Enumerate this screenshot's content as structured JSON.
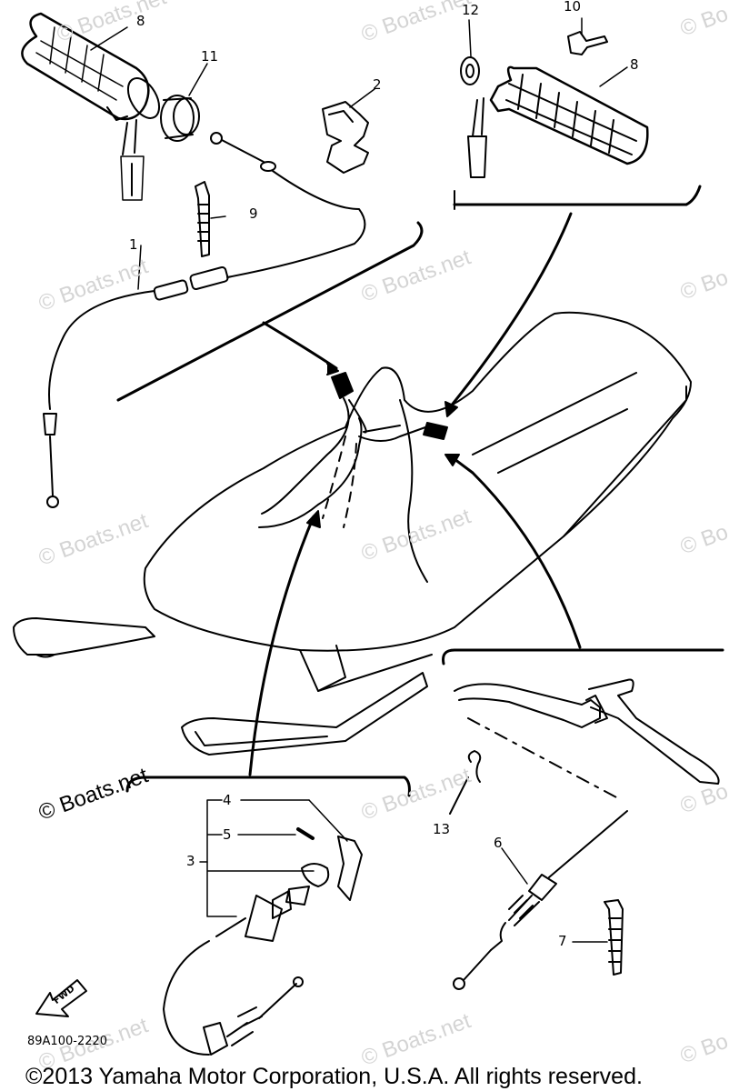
{
  "callouts": {
    "c1": "1",
    "c2": "2",
    "c3": "3",
    "c4": "4",
    "c5": "5",
    "c6": "6",
    "c7": "7",
    "c8a": "8",
    "c8b": "8",
    "c9": "9",
    "c10": "10",
    "c11": "11",
    "c12": "12",
    "c13": "13"
  },
  "watermarks": {
    "text": "© Boats.net",
    "partial": "© Bo"
  },
  "fwd_label": "FWD",
  "part_code": "89A100-2220",
  "copyright": "©2013 Yamaha Motor Corporation, U.S.A. All rights reserved."
}
